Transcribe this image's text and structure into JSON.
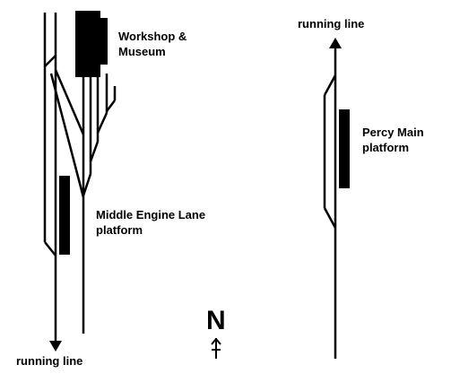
{
  "labels": {
    "workshop_line1": "Workshop &",
    "workshop_line2": "Museum",
    "middle_line1": "Middle Engine Lane",
    "middle_line2": "platform",
    "percy_line1": "Percy Main",
    "percy_line2": "platform",
    "running_line_top": "running line",
    "running_line_bottom": "running line",
    "north": "N"
  },
  "colors": {
    "ink": "#000000",
    "background": "#ffffff"
  }
}
